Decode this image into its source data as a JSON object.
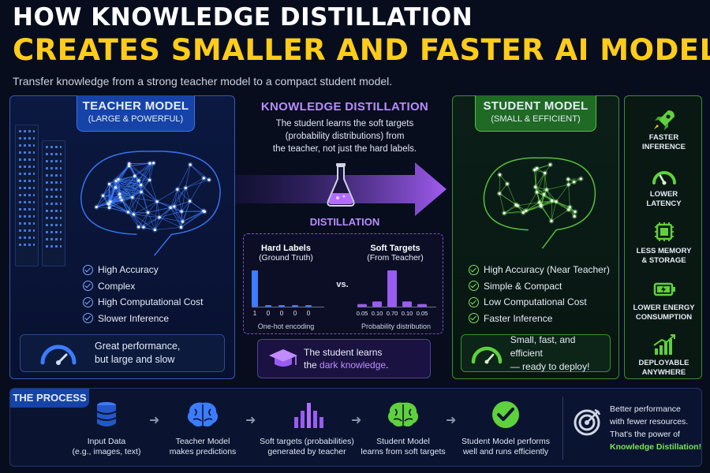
{
  "header": {
    "title_line1": "HOW KNOWLEDGE DISTILLATION",
    "title_line2": "CREATES SMALLER AND FASTER AI MODELS",
    "subtitle": "Transfer knowledge from a strong teacher model to a compact student model."
  },
  "teacher": {
    "title": "TEACHER MODEL",
    "subtitle": "(LARGE & POWERFUL)",
    "features": [
      "High Accuracy",
      "Complex",
      "High Computational Cost",
      "Slower Inference"
    ],
    "summary_line1": "Great performance,",
    "summary_line2": "but large and slow",
    "color": "#3c7cff"
  },
  "distillation": {
    "title": "KNOWLEDGE DISTILLATION",
    "desc_line1": "The student learns the soft targets",
    "desc_line2": "(probability distributions) from",
    "desc_line3": "the teacher, not just the hard labels.",
    "arrow_label": "DISTILLATION",
    "color": "#9a5cf0",
    "hard_title": "Hard Labels",
    "hard_sub": "(Ground Truth)",
    "hard_values": [
      "1",
      "0",
      "0",
      "0",
      "0"
    ],
    "hard_caption": "One-hot encoding",
    "vs": "vs.",
    "soft_title": "Soft Targets",
    "soft_sub": "(From Teacher)",
    "soft_values": [
      "0.05",
      "0.10",
      "0.70",
      "0.10",
      "0.05"
    ],
    "soft_caption": "Probability distribution",
    "dark_line1": "The student learns",
    "dark_pre": "the ",
    "dark_highlight": "dark knowledge",
    "dark_post": "."
  },
  "chart_data": [
    {
      "type": "bar",
      "title": "Hard Labels",
      "categories": [
        "1",
        "0",
        "0",
        "0",
        "0"
      ],
      "values": [
        1,
        0,
        0,
        0,
        0
      ],
      "ylim": [
        0,
        1
      ]
    },
    {
      "type": "bar",
      "title": "Soft Targets",
      "categories": [
        "0.05",
        "0.10",
        "0.70",
        "0.10",
        "0.05"
      ],
      "values": [
        0.05,
        0.1,
        0.7,
        0.1,
        0.05
      ],
      "ylim": [
        0,
        0.7
      ]
    }
  ],
  "student": {
    "title": "STUDENT MODEL",
    "subtitle": "(SMALL & EFFICIENT)",
    "features": [
      "High Accuracy (Near Teacher)",
      "Simple & Compact",
      "Low Computational Cost",
      "Faster Inference"
    ],
    "summary_line1": "Small, fast, and efficient",
    "summary_line2": "— ready to deploy!",
    "color": "#5fd13d"
  },
  "benefits": [
    {
      "l1": "FASTER",
      "l2": "INFERENCE",
      "icon": "rocket-icon"
    },
    {
      "l1": "LOWER",
      "l2": "LATENCY",
      "icon": "gauge-icon"
    },
    {
      "l1": "LESS MEMORY",
      "l2": "& STORAGE",
      "icon": "chip-icon"
    },
    {
      "l1": "LOWER ENERGY",
      "l2": "CONSUMPTION",
      "icon": "battery-icon"
    },
    {
      "l1": "DEPLOYABLE",
      "l2": "ANYWHERE",
      "icon": "growth-chart-icon"
    }
  ],
  "process": {
    "title": "THE PROCESS",
    "steps": [
      {
        "l1": "Input Data",
        "l2": "(e.g., images, text)",
        "icon": "database-icon"
      },
      {
        "l1": "Teacher Model",
        "l2": "makes predictions",
        "icon": "teacher-brain-icon"
      },
      {
        "l1": "Soft targets (probabilities)",
        "l2": "generated by teacher",
        "icon": "bar-chart-icon"
      },
      {
        "l1": "Student Model",
        "l2": "learns from soft targets",
        "icon": "student-brain-icon"
      },
      {
        "l1": "Student Model performs",
        "l2": "well and runs efficiently",
        "icon": "check-icon"
      }
    ],
    "final_line1": "Better performance",
    "final_line2": "with fewer resources.",
    "final_line3": "That's the power of",
    "final_line4": "Knowledge Distillation!"
  }
}
